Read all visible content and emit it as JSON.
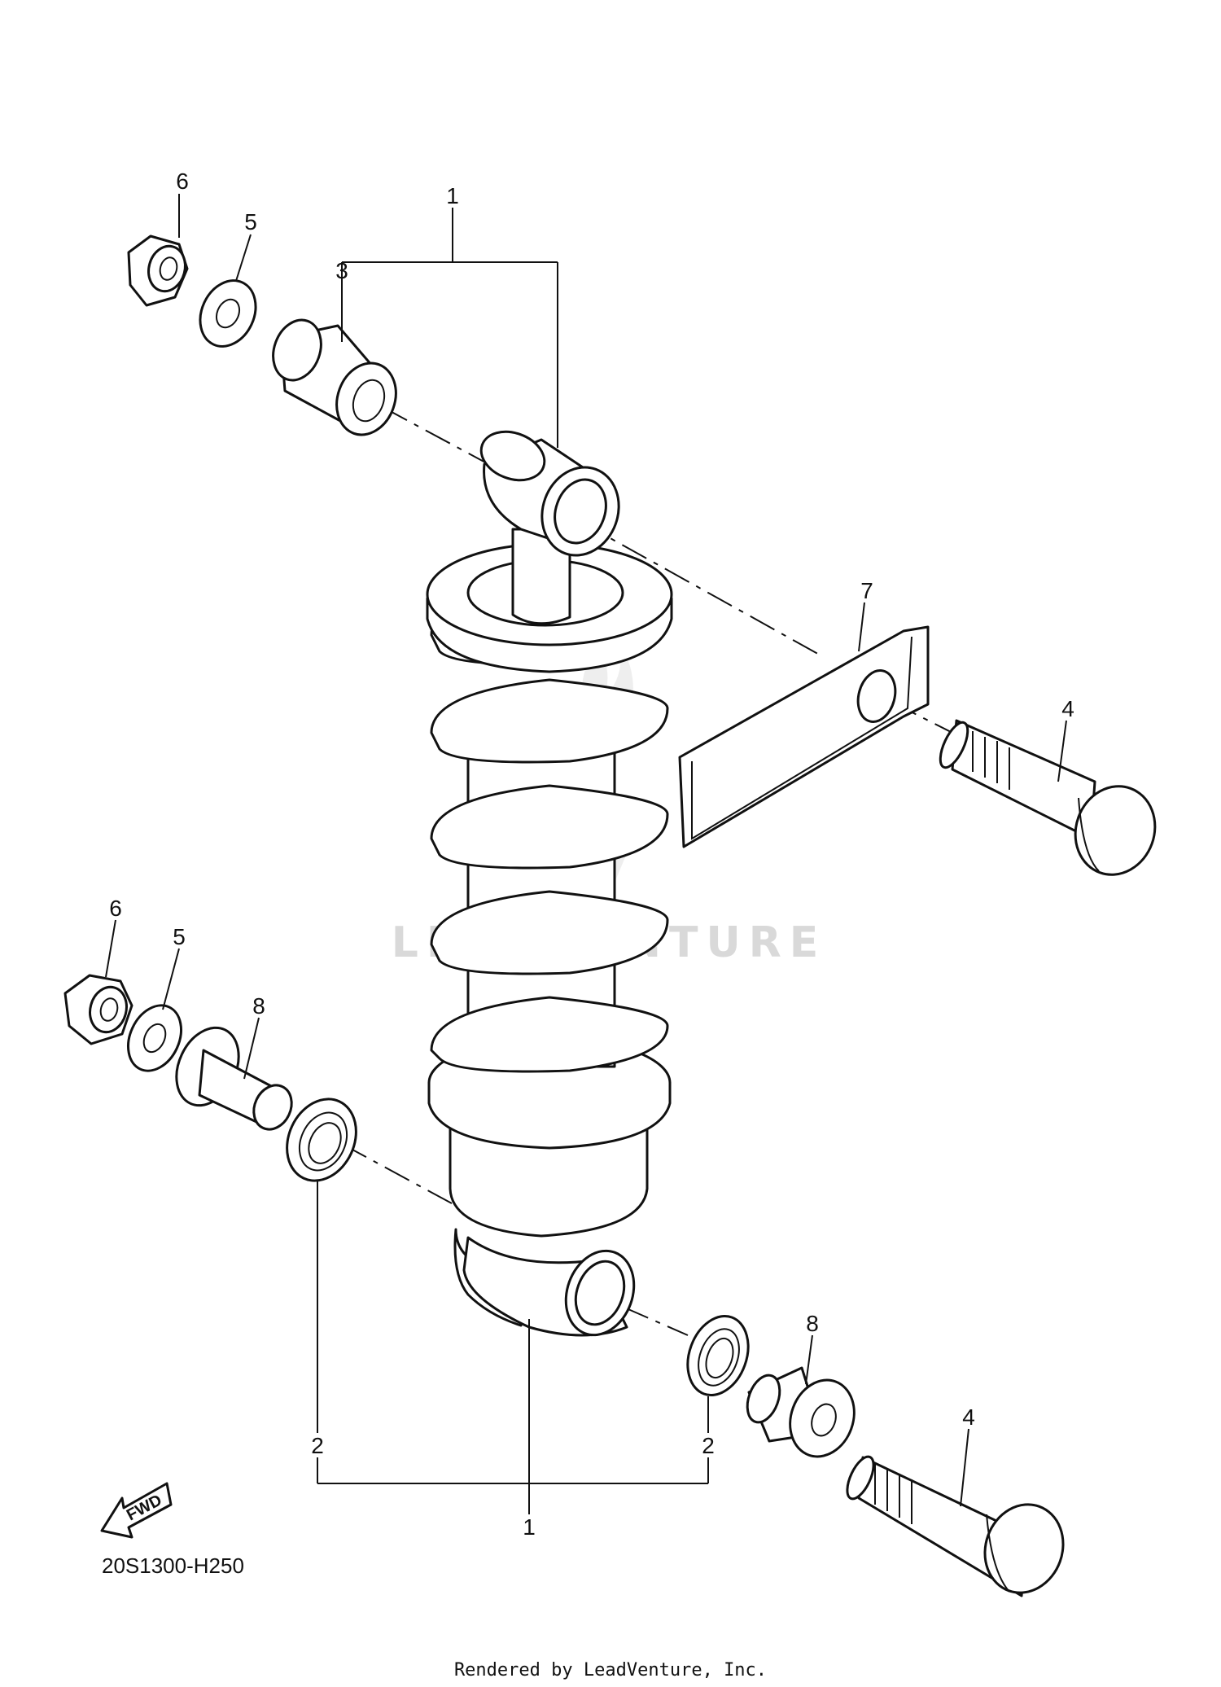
{
  "diagram": {
    "code": "20S1300-H250",
    "credit": "Rendered by LeadVenture, Inc.",
    "watermark": "LEADVENTURE",
    "fwd_label": "FWD",
    "callouts": {
      "shock_top": "1",
      "shock_bottom": "1",
      "seal_left": "2",
      "seal_right": "2",
      "bushing": "3",
      "bolt_upper": "4",
      "bolt_lower": "4",
      "washer_upper": "5",
      "washer_lower": "5",
      "nut_upper": "6",
      "nut_lower": "6",
      "bracket": "7",
      "collar_left": "8",
      "collar_right": "8"
    }
  }
}
